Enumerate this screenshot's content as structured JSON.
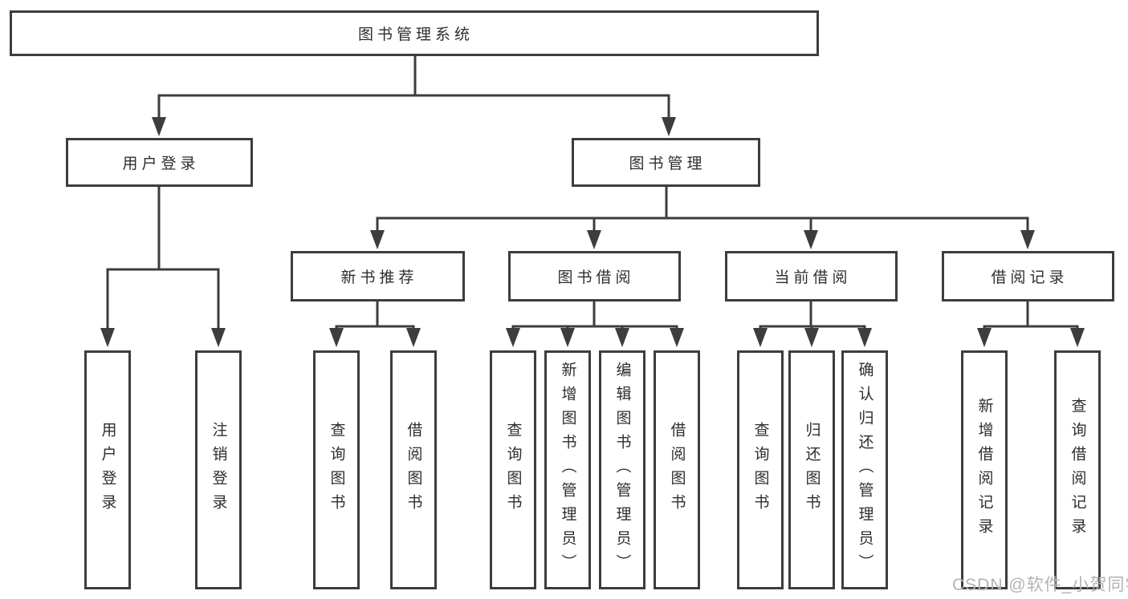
{
  "colors": {
    "background": "#ffffff",
    "line": "#3d3d3d",
    "box_border": "#3d3d3d",
    "text": "#2e2e2e",
    "watermark": "#b3b3b3"
  },
  "root": {
    "label": "图书管理系统"
  },
  "level2": [
    {
      "label": "用户登录"
    },
    {
      "label": "图书管理"
    }
  ],
  "level3": [
    {
      "label": "新书推荐"
    },
    {
      "label": "图书借阅"
    },
    {
      "label": "当前借阅"
    },
    {
      "label": "借阅记录"
    }
  ],
  "leaves": [
    {
      "label": "用户登录"
    },
    {
      "label": "注销登录"
    },
    {
      "label": "查询图书"
    },
    {
      "label": "借阅图书"
    },
    {
      "label": "查询图书"
    },
    {
      "label": "新增图书（管理员）"
    },
    {
      "label": "编辑图书（管理员）"
    },
    {
      "label": "借阅图书"
    },
    {
      "label": "查询图书"
    },
    {
      "label": "归还图书"
    },
    {
      "label": "确认归还（管理员）"
    },
    {
      "label": "新增借阅记录"
    },
    {
      "label": "查询借阅记录"
    }
  ],
  "watermark": {
    "text": "CSDN @软件_小贺同学"
  }
}
